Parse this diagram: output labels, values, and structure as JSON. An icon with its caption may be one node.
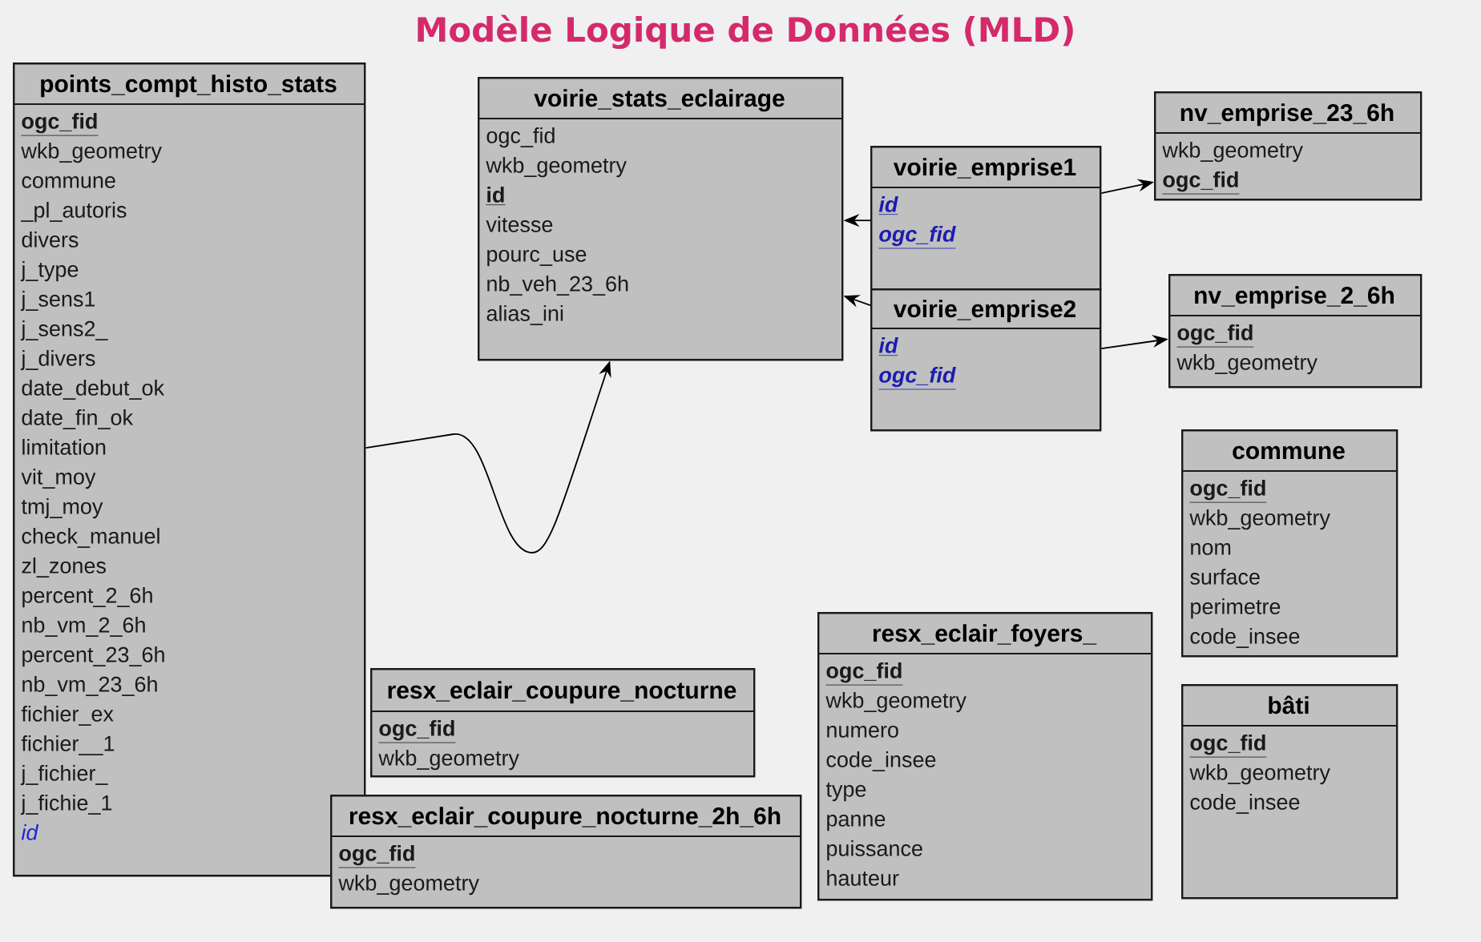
{
  "diagram": {
    "title": "Modèle Logique de Données (MLD)",
    "nodes": [
      {
        "text": [
          "points_compt_histo_stats",
          "ogc_fid",
          "wkb_geometry",
          "commune",
          "_pl_autoris",
          "divers",
          "j_type",
          "j_sens1",
          "j_sens2_",
          "j_divers",
          "date_debut_ok",
          "date_fin_ok",
          "limitation",
          "vit_moy",
          "tmj_moy",
          "check_manuel",
          "zl_zones",
          "percent_2_6h",
          "nb_vm_2_6h",
          "percent_23_6h",
          "nb_vm_23_6h",
          "fichier_ex",
          "fichier__1",
          "j_fichier_",
          "j_fichie_1",
          "id"
        ]
      },
      {
        "text": [
          "voirie_stats_eclairage",
          "ogc_fid",
          "wkb_geometry",
          "id",
          "vitesse",
          "pourc_use",
          "nb_veh_23_6h",
          "alias_ini"
        ]
      },
      {
        "text": [
          "voirie_emprise1",
          "id",
          "ogc_fid"
        ]
      },
      {
        "text": [
          "voirie_emprise2",
          "id",
          "ogc_fid"
        ]
      },
      {
        "text": [
          "nv_emprise_23_6h",
          "wkb_geometry",
          "ogc_fid"
        ]
      },
      {
        "text": [
          "nv_emprise_2_6h",
          "ogc_fid",
          "wkb_geometry"
        ]
      },
      {
        "text": [
          "commune",
          "ogc_fid",
          "wkb_geometry",
          "nom",
          "surface",
          "perimetre",
          "code_insee"
        ]
      },
      {
        "text": [
          "bâti",
          "ogc_fid",
          "wkb_geometry",
          "code_insee"
        ]
      },
      {
        "text": [
          "resx_eclair_coupure_nocturne",
          "ogc_fid",
          "wkb_geometry"
        ]
      },
      {
        "text": [
          "resx_eclair_coupure_nocturne_2h_6h",
          "ogc_fid",
          "wkb_geometry"
        ]
      },
      {
        "text": [
          "resx_eclair_foyers_",
          "ogc_fid",
          "wkb_geometry",
          "numero",
          "code_insee",
          "type",
          "panne",
          "puissance",
          "hauteur"
        ]
      }
    ],
    "edges": [
      {
        "from": 0,
        "to": 1,
        "arrow": "to"
      },
      {
        "from": 2,
        "to": 1,
        "arrow": "to"
      },
      {
        "from": 3,
        "to": 1,
        "arrow": "to"
      },
      {
        "from": 2,
        "to": 4,
        "arrow": "to"
      },
      {
        "from": 3,
        "to": 5,
        "arrow": "to"
      }
    ]
  }
}
